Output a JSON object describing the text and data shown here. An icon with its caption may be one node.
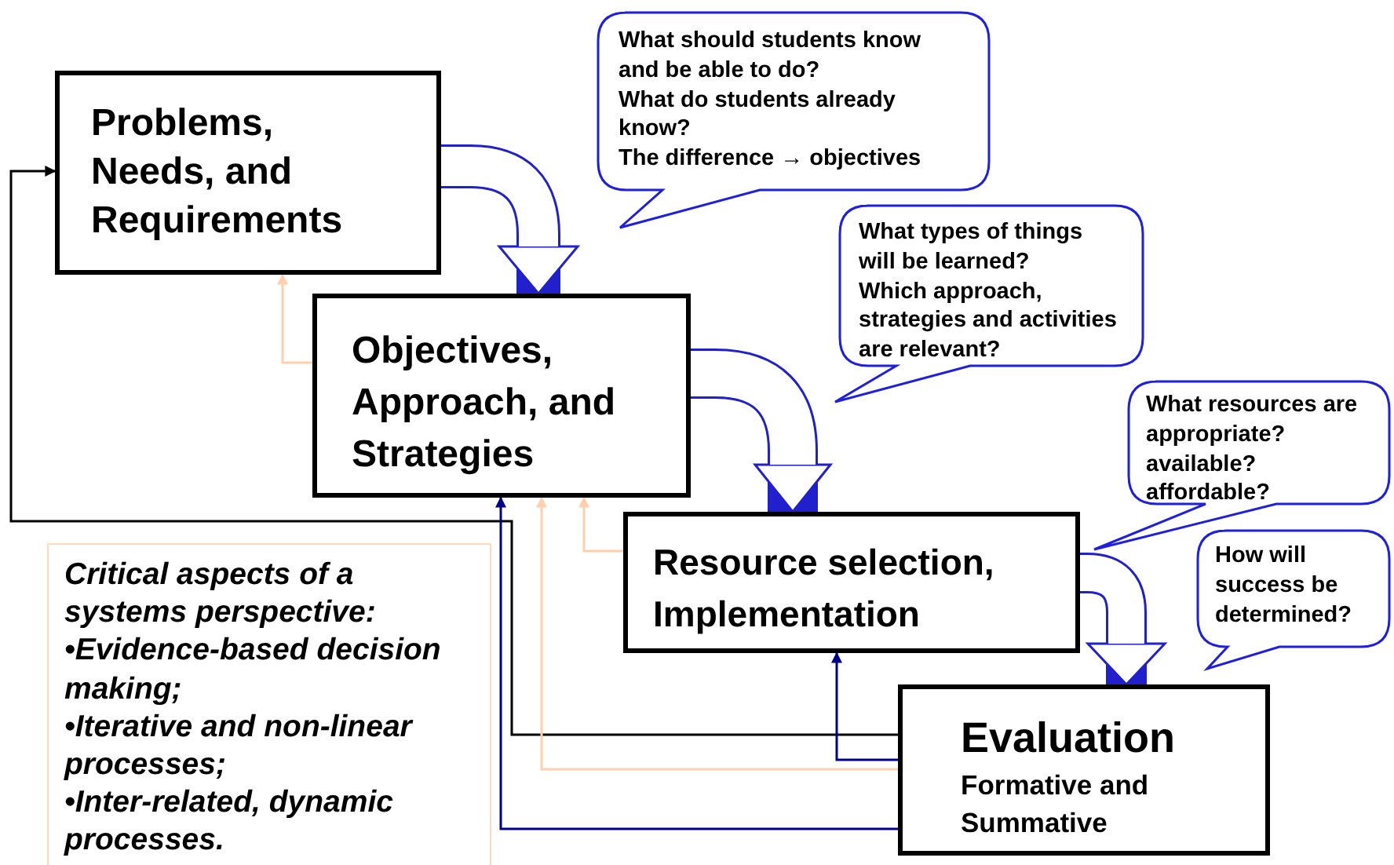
{
  "diagram": {
    "nodes": [
      {
        "text": [
          "Problems, Needs, and Requirements"
        ]
      },
      {
        "text": [
          "Objectives, Approach, and Strategies"
        ]
      },
      {
        "text": [
          "Resource selection, Implementation"
        ]
      },
      {
        "text": [
          "Evaluation",
          "Formative and Summative"
        ]
      },
      {
        "text": [
          "What should students know and be able to do?",
          "What do students already know?",
          "The difference → objectives"
        ]
      },
      {
        "text": [
          "What types of things will be learned?",
          "Which approach, strategies and activities are relevant?"
        ]
      },
      {
        "text": [
          "What resources are appropriate? available? affordable?"
        ]
      },
      {
        "text": [
          "How will success be determined?"
        ]
      },
      {
        "text": [
          "Critical aspects of a systems perspective:",
          "•Evidence-based decision making;",
          "•Iterative and non-linear processes;",
          "•Inter-related, dynamic processes."
        ]
      }
    ],
    "edges": [
      {
        "from": 0,
        "to": 1,
        "arrow": "to",
        "style": "thick",
        "color": "#2020cc"
      },
      {
        "from": 1,
        "to": 2,
        "arrow": "to",
        "style": "thick",
        "color": "#2020cc"
      },
      {
        "from": 2,
        "to": 3,
        "arrow": "to",
        "style": "thick",
        "color": "#2020cc"
      },
      {
        "from": 3,
        "to": 0,
        "arrow": "to",
        "color": "#000000"
      },
      {
        "from": 3,
        "to": 1,
        "arrow": "to",
        "color": "#00008b"
      },
      {
        "from": 3,
        "to": 2,
        "arrow": "to",
        "color": "#00008b"
      },
      {
        "from": 1,
        "to": 0,
        "arrow": "to",
        "color": "#ffcfae"
      },
      {
        "from": 2,
        "to": 1,
        "arrow": "to",
        "color": "#ffcfae"
      },
      {
        "from": 3,
        "to": 1,
        "arrow": "to",
        "color": "#ffcfae"
      }
    ]
  }
}
